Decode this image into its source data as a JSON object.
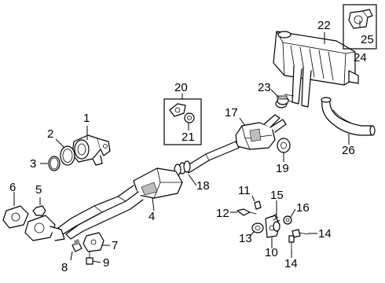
{
  "diagram": {
    "callouts": {
      "c1": "1",
      "c2": "2",
      "c3": "3",
      "c4": "4",
      "c5": "5",
      "c6": "6",
      "c7": "7",
      "c8": "8",
      "c9": "9",
      "c10": "10",
      "c11": "11",
      "c12": "12",
      "c13": "13",
      "c14a": "14",
      "c14b": "14",
      "c15": "15",
      "c16": "16",
      "c17": "17",
      "c18": "18",
      "c19": "19",
      "c20": "20",
      "c21": "21",
      "c22": "22",
      "c23": "23",
      "c24": "24",
      "c25": "25",
      "c26": "26"
    },
    "colors": {
      "line": "#000000",
      "shade": "#bdbdbd",
      "background": "#ffffff"
    }
  }
}
